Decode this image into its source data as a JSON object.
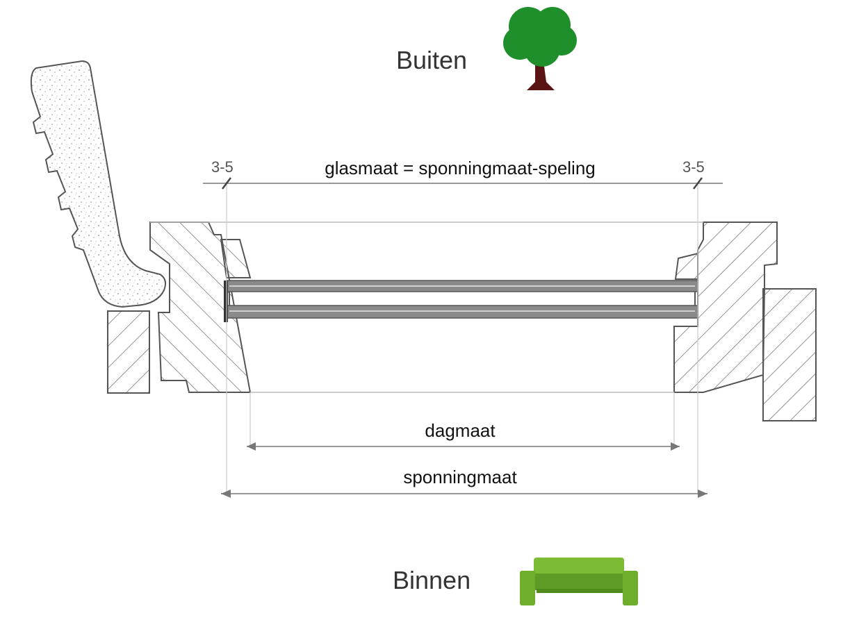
{
  "labels": {
    "outside": "Buiten",
    "inside": "Binnen",
    "glass_size": "glasmaat = sponningmaat-speling",
    "clearance_left": "3-5",
    "clearance_right": "3-5",
    "daylight_size": "dagmaat",
    "rebate_size": "sponningmaat"
  },
  "icons": {
    "outside": "tree-icon",
    "inside": "sofa-icon"
  },
  "colors": {
    "tree_crown": "#1e8f2a",
    "tree_trunk": "#5a1414",
    "sofa": "#6fae2c",
    "line": "#777777",
    "glass": "#777777"
  }
}
